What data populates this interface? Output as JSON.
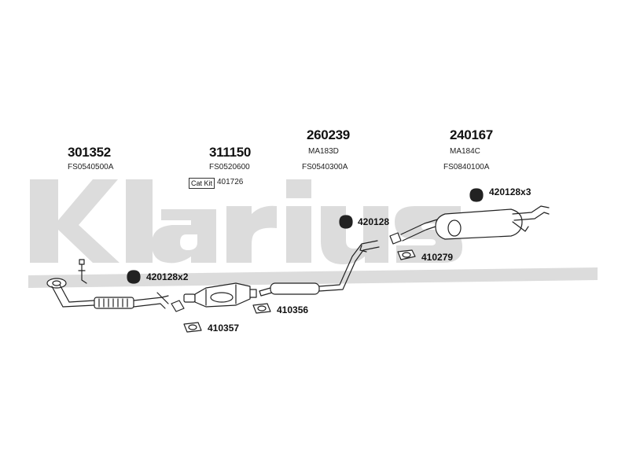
{
  "watermark": {
    "brand": "Klarius",
    "color": "#d9d9d9"
  },
  "components": [
    {
      "part": "301352",
      "oem": "FS0540500A"
    },
    {
      "part": "311150",
      "oem": "FS0520600",
      "cat_kit_label": "Cat Kit",
      "cat_kit_ref": "401726"
    },
    {
      "part": "260239",
      "oem_line1": "MA183D",
      "oem_line2": "FS0540300A"
    },
    {
      "part": "240167",
      "oem_line1": "MA184C",
      "oem_line2": "FS0840100A"
    }
  ],
  "accessories": [
    {
      "label": "420128x3",
      "icon": "rubber-hanger-icon"
    },
    {
      "label": "420128",
      "icon": "rubber-hanger-icon"
    },
    {
      "label": "410279",
      "icon": "gasket-icon"
    },
    {
      "label": "420128x2",
      "icon": "rubber-hanger-icon"
    },
    {
      "label": "410356",
      "icon": "gasket-icon"
    },
    {
      "label": "410357",
      "icon": "gasket-icon"
    }
  ],
  "colors": {
    "line": "#222222",
    "pipe_fill": "#ffffff"
  }
}
